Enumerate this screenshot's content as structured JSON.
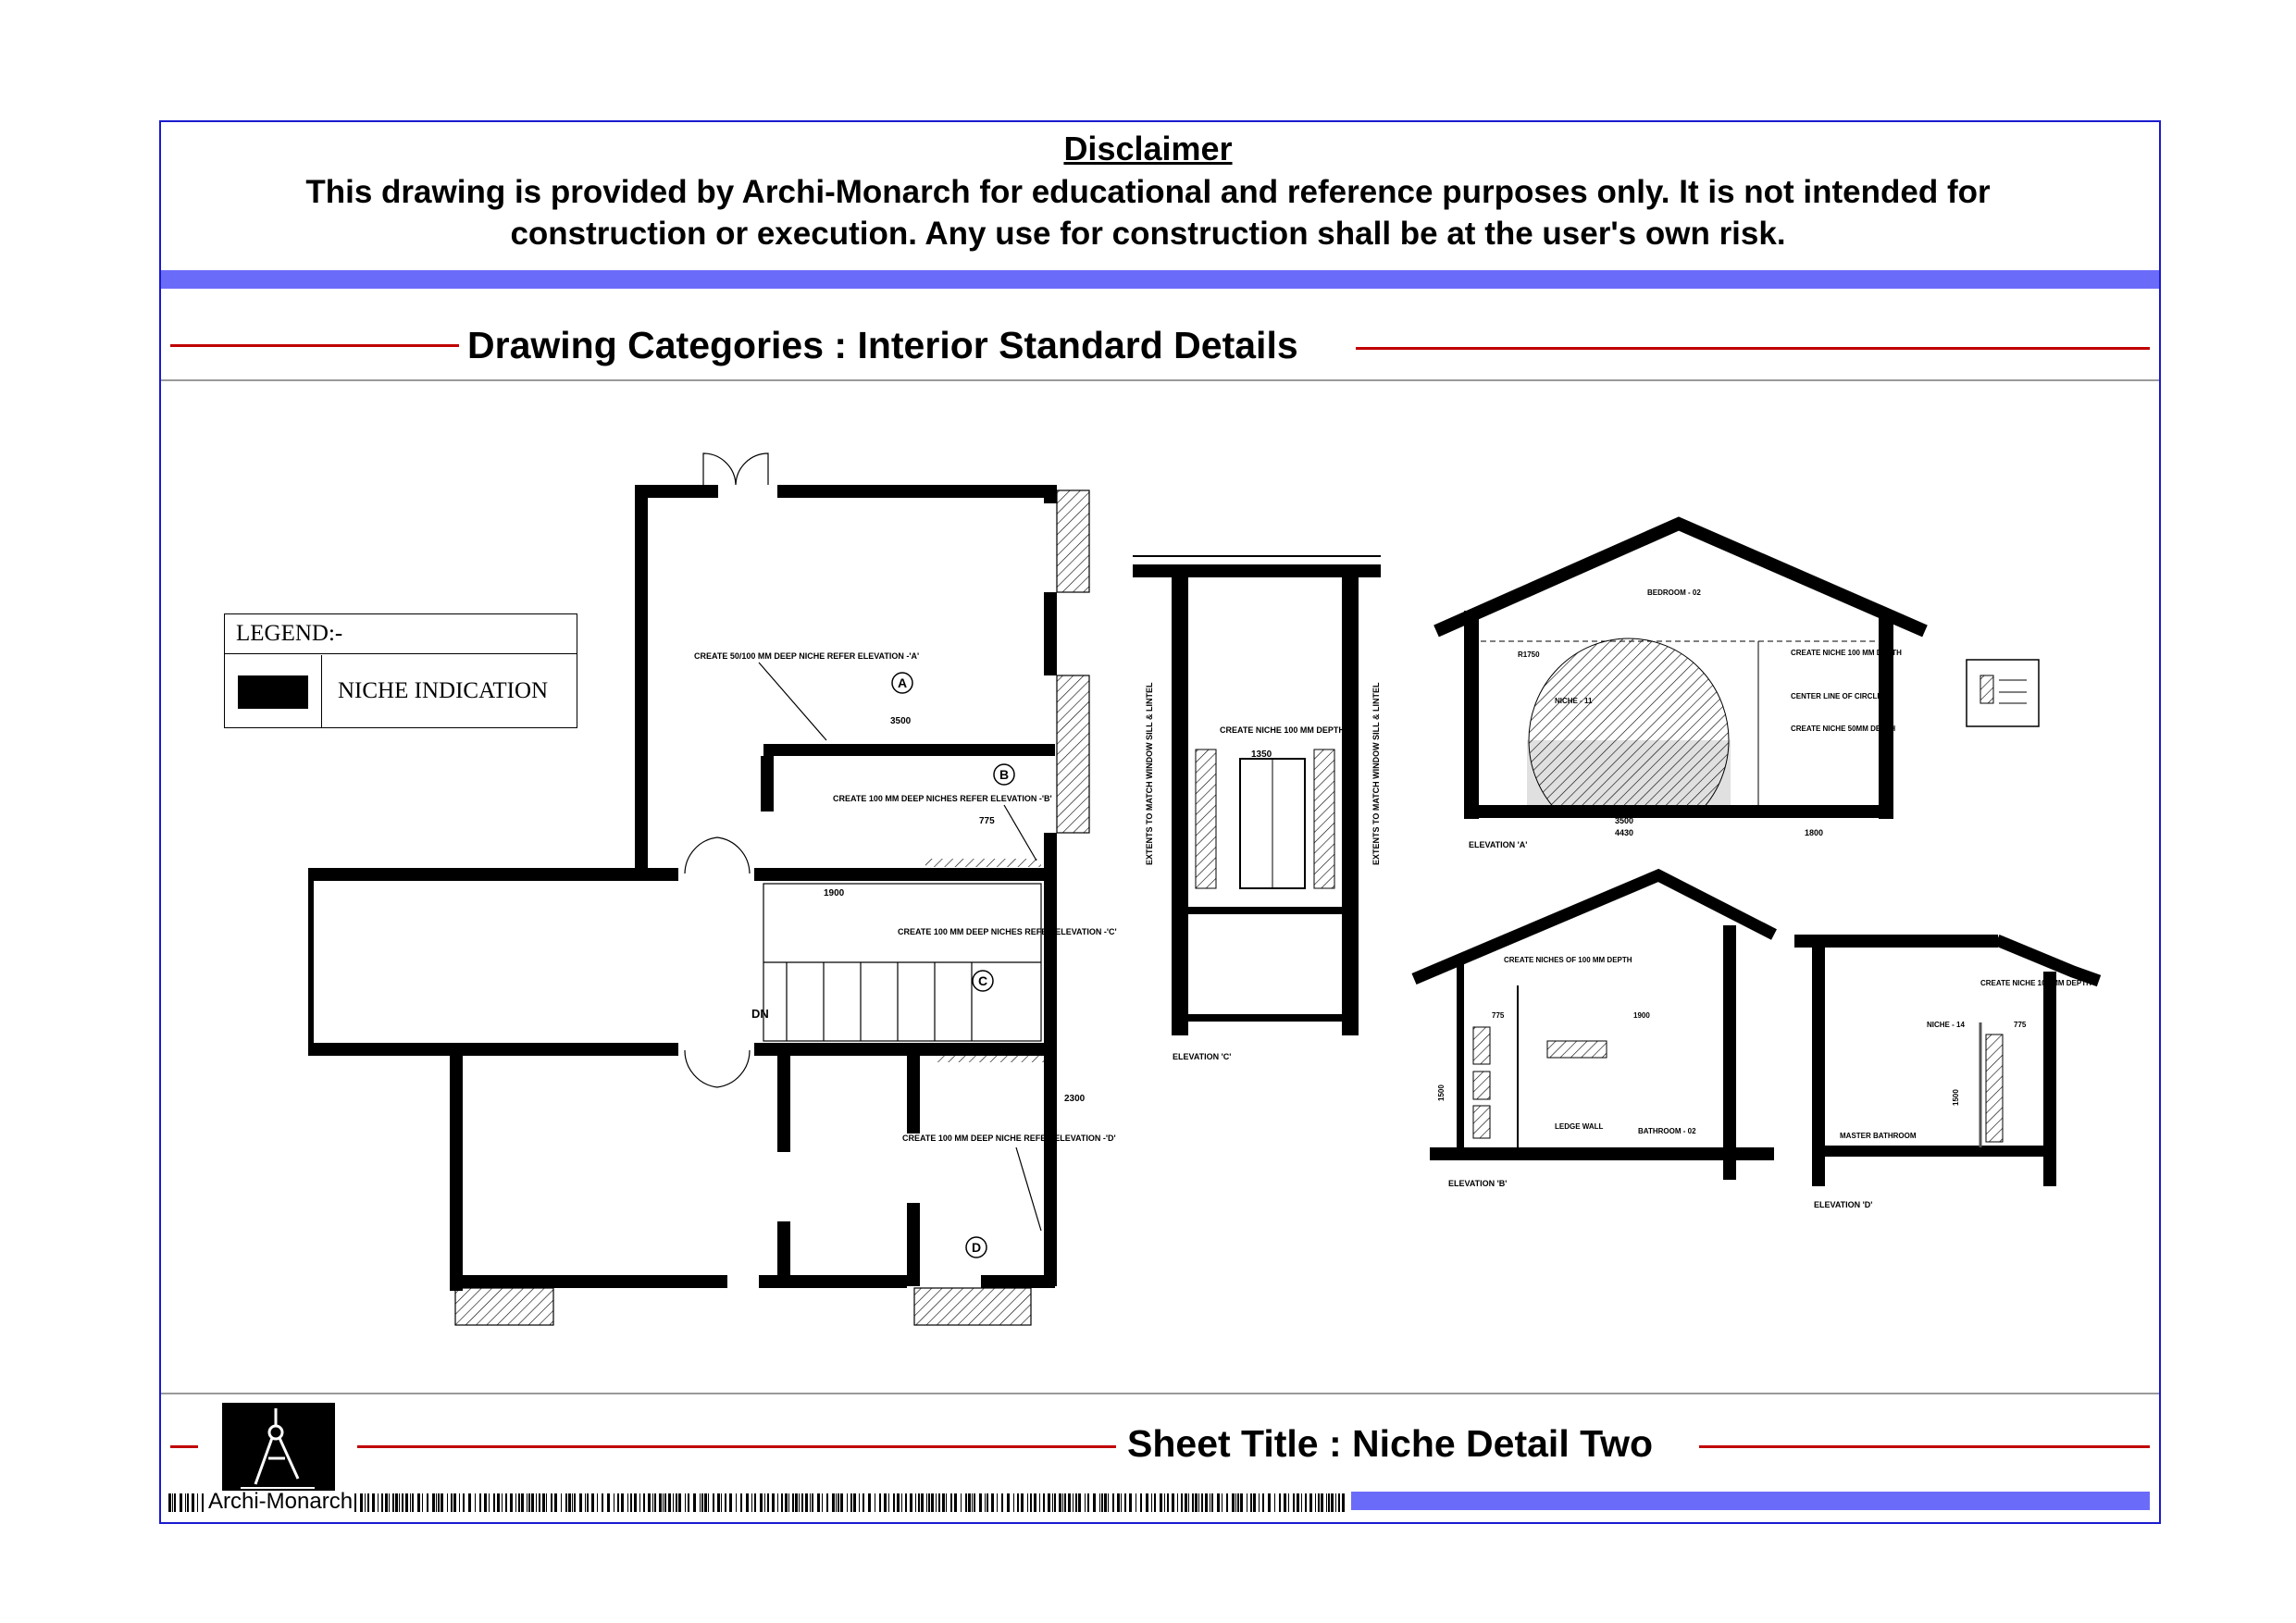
{
  "disclaimer": {
    "title": "Disclaimer",
    "line1": "This drawing is provided by Archi-Monarch for educational and reference purposes only. It is not intended for",
    "line2": "construction or execution. Any use for construction shall be at the user's own risk."
  },
  "header": {
    "category_title": "Drawing Categories : Interior Standard Details"
  },
  "legend": {
    "title": "LEGEND:-",
    "item": "NICHE INDICATION"
  },
  "drawing": {
    "plan_notes": {
      "note_a": "CREATE 50/100 MM DEEP NICHE REFER ELEVATION -'A'",
      "note_b": "CREATE 100 MM DEEP NICHES REFER ELEVATION -'B'",
      "note_c": "CREATE 100 MM DEEP NICHES REFER ELEVATION -'C'",
      "note_d": "CREATE 100 MM DEEP NICHE REFER ELEVATION -'D'",
      "dn": "DN",
      "dim_3500": "3500",
      "dim_775": "775",
      "dim_1900": "1900",
      "dim_2300": "2300",
      "marker_a": "A",
      "marker_b": "B",
      "marker_c": "C",
      "marker_d": "D"
    },
    "elevation_a": {
      "label": "ELEVATION 'A'",
      "room": "BEDROOM - 02",
      "niche": "NICHE - 11",
      "note1": "CREATE NICHE 100 MM DEPTH",
      "note2": "CENTER LINE OF CIRCLE",
      "note3": "CREATE NICHE 50MM DEPTH",
      "dim1": "3500",
      "dim2": "4430",
      "dim3": "1800",
      "radius": "R1750"
    },
    "elevation_b": {
      "label": "ELEVATION 'B'",
      "room": "BATHROOM - 02",
      "wall": "LEDGE WALL",
      "note": "CREATE NICHES OF 100 MM DEPTH",
      "dim1": "775",
      "dim2": "1900",
      "dim3": "1500"
    },
    "elevation_c": {
      "label": "ELEVATION 'C'",
      "note": "CREATE NICHE 100 MM DEPTH",
      "side_note": "EXTENTS TO MATCH WINDOW SILL & LINTEL",
      "dim": "1350"
    },
    "elevation_d": {
      "label": "ELEVATION 'D'",
      "room": "MASTER BATHROOM",
      "niche": "NICHE - 14",
      "note": "CREATE NICHE 100 MM DEPTH",
      "dim1": "775",
      "dim2": "1500"
    }
  },
  "footer": {
    "sheet_title": "Sheet Title : Niche Detail Two",
    "brand": "Archi-Monarch"
  },
  "colors": {
    "frame": "#1a1ad0",
    "band": "#6b6bfa",
    "rule": "#c00000"
  }
}
